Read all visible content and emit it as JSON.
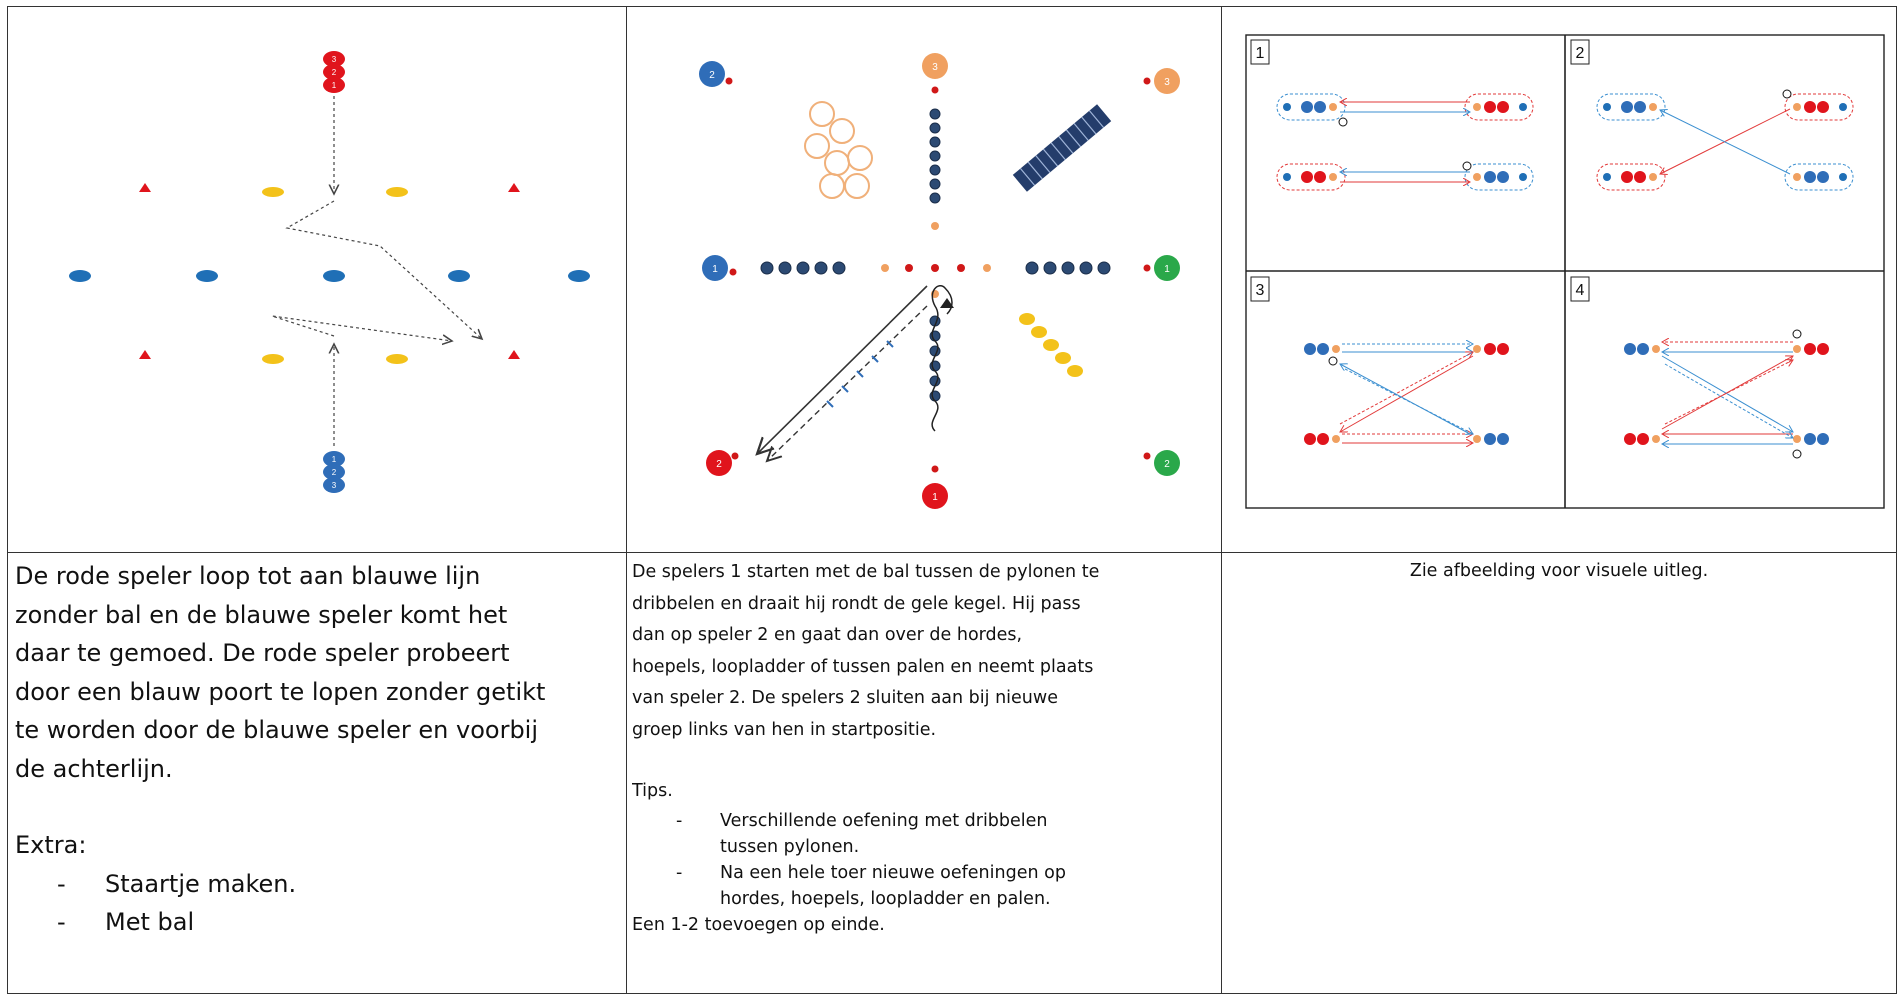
{
  "col1": {
    "description": "De rode speler loop tot aan blauwe lijn zonder bal en de blauwe speler komt het daar te gemoed. De rode speler probeert door een blauw poort te lopen zonder getikt te worden door de blauwe speler en voorbij de achterlijn.",
    "lines": [
      "De rode speler loop tot aan blauwe lijn",
      "zonder bal en de blauwe speler komt het",
      "daar te gemoed. De rode speler probeert",
      "door een blauw poort te lopen zonder getikt",
      "te worden door de blauwe speler en voorbij",
      "de achterlijn."
    ],
    "extra_label": "Extra:",
    "extra_items": [
      "Staartje maken.",
      "Met bal"
    ],
    "diagram": {
      "red_players": [
        "3",
        "2",
        "1"
      ],
      "blue_players": [
        "1",
        "2",
        "3"
      ]
    }
  },
  "col2": {
    "lines": [
      "De spelers 1 starten met de bal tussen de pylonen te",
      "dribbelen en draait hij rondt de gele kegel. Hij pass",
      "dan op speler 2 en gaat dan over de hordes,",
      "hoepels, loopladder of tussen palen en neemt plaats",
      "van speler 2. De spelers 2 sluiten aan bij nieuwe",
      "groep links van hen in startpositie."
    ],
    "tips_label": "Tips.",
    "tips": [
      {
        "line1": "Verschillende oefening met dribbelen",
        "line2": "tussen pylonen."
      },
      {
        "line1": "Na een hele toer nieuwe oefeningen op",
        "line2": "hordes, hoepels, loopladder en palen."
      }
    ],
    "footer": "Een 1-2 toevoegen op einde.",
    "diagram": {
      "labels": [
        "2",
        "3",
        "3",
        "1",
        "1",
        "2",
        "1",
        "2"
      ]
    }
  },
  "col3": {
    "text": "Zie afbeelding voor visuele uitleg.",
    "panels": [
      "1",
      "2",
      "3",
      "4"
    ]
  },
  "colors": {
    "red": "#e0141c",
    "blue": "#2f6db8",
    "orange": "#f0a060",
    "yellow": "#f3c21a",
    "green": "#2aa84a",
    "navy": "#243d6b"
  }
}
